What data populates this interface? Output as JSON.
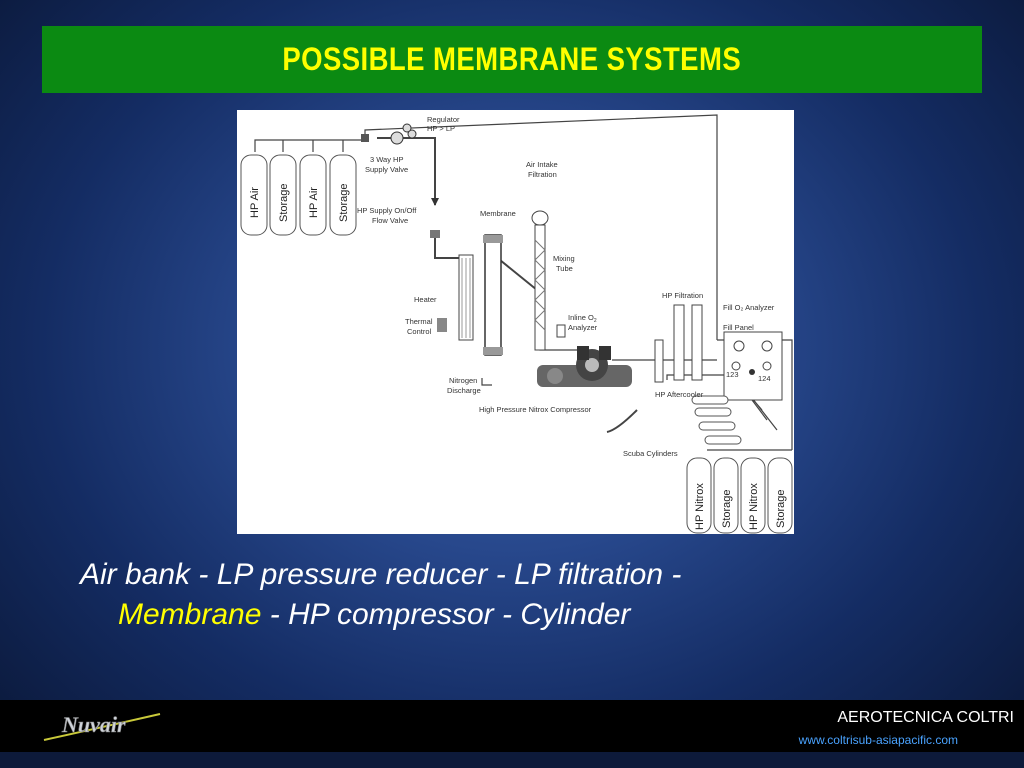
{
  "slide": {
    "title": "POSSIBLE MEMBRANE SYSTEMS",
    "caption": {
      "line1": "Air bank - LP pressure reducer - LP filtration -",
      "line2_highlight": "Membrane",
      "line2_rest": " - HP compressor - Cylinder"
    },
    "footer": {
      "company": "AEROTECNICA COLTRI",
      "url": "www.coltrisub-asiapacific.com",
      "logo_text": "Nuvair"
    },
    "colors": {
      "title_bar": "#0b8a12",
      "title_text": "#ffff00",
      "caption_text": "#ffffff",
      "highlight": "#ffff00",
      "url": "#4aa3ff"
    }
  },
  "diagram": {
    "labels": {
      "regulator": "Regulator",
      "regulator_sub": "HP > LP",
      "three_way_1": "3 Way HP",
      "three_way_2": "Supply Valve",
      "air_intake_1": "Air Intake",
      "air_intake_2": "Filtration",
      "hp_supply_1": "HP Supply On/Off",
      "hp_supply_2": "Flow Valve",
      "membrane": "Membrane",
      "mixing_1": "Mixing",
      "mixing_2": "Tube",
      "heater": "Heater",
      "thermal_1": "Thermal",
      "thermal_2": "Control",
      "inline_o2_1": "Inline O",
      "inline_o2_sub": "2",
      "inline_o2_2": "Analyzer",
      "hp_filtration": "HP Filtration",
      "fill_o2": "Fill O₂ Analyzer",
      "fill_panel": "Fill Panel",
      "nitrogen_1": "Nitrogen",
      "nitrogen_2": "Discharge",
      "hp_aftercooler": "HP Aftercooler",
      "compressor": "High Pressure Nitrox Compressor",
      "scuba": "Scuba Cylinders",
      "panel_left": "123",
      "panel_right": "124"
    },
    "left_tanks": [
      "HP Air",
      "Storage",
      "HP Air",
      "Storage"
    ],
    "right_tanks": [
      "HP Nitrox",
      "Storage",
      "HP Nitrox",
      "Storage"
    ]
  }
}
